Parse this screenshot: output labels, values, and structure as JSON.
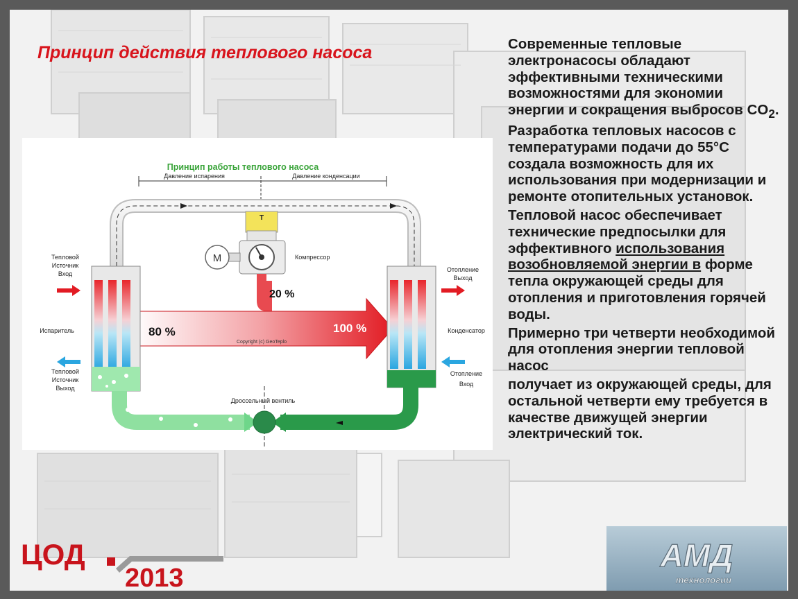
{
  "title": "Принцип действия  теплового насоса",
  "diagram": {
    "title": "Принцип работы теплового насоса",
    "pressure_evap": "Давление испарения",
    "pressure_cond": "Давление конденсации",
    "motor": "M",
    "compressor": "Компрессор",
    "t_label": "T",
    "pct_20": "20 %",
    "pct_80": "80 %",
    "pct_100": "100 %",
    "copyright": "Copyright (c) GeoTeplo",
    "left_in": [
      "Тепловой",
      "Источник",
      "Вход"
    ],
    "evaporator": "Испаритель",
    "left_out": [
      "Тепловой",
      "Источник",
      "Выход"
    ],
    "right_out": [
      "Отопление",
      "Выход"
    ],
    "condenser": "Конденсатор",
    "right_in": [
      "Отопление",
      "Вход"
    ],
    "valve": "Дроссельный вентиль"
  },
  "text": {
    "p1_a": "Современные тепловые электронасосы обладают эффективными техническими возможностями для экономии энергии и сокращения выбросов CO",
    "p1_sub": "2",
    "p1_b": ". Разработка тепловых насосов с температурами подачи до 55°C создала возможность для их использования при модернизации и ремонте отопительных установок.",
    "p2_a": "Тепловой насос обеспечивает технические предпосылки для эффективного ",
    "p2_u": "использования возобновляемой энергии в",
    "p2_b": " форме тепла окружающей среды для отопления и приготовления горячей воды.",
    "p3": "Примерно три четверти необходимой для отопления энергии тепловой насос",
    "p4": "получает из окружающей среды, для остальной четверти ему требуется в качестве движущей энергии электрический ток."
  },
  "logo": {
    "text": "ЦОД",
    "year": "2013"
  },
  "amd": {
    "text": "АМД",
    "sub": "технологии"
  },
  "colors": {
    "title": "#d8141c",
    "green_label": "#3aa43a",
    "hot": "#e8262c",
    "cold": "#2aa6e0",
    "pipe_green": "#3cbe5a",
    "dark_green": "#2a9a4a"
  }
}
